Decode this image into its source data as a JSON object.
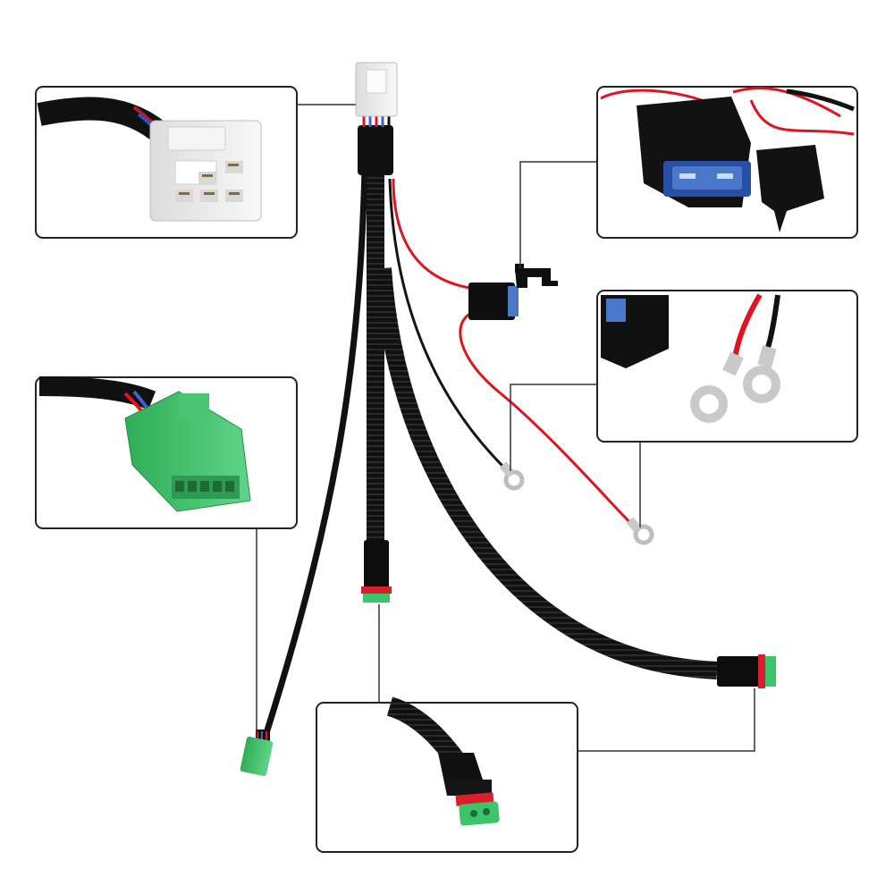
{
  "colors": {
    "background": "#ffffff",
    "cable": "#111111",
    "wire_red": "#e0141e",
    "wire_black": "#151515",
    "connector_white": "#eeeeee",
    "connector_green": "#3cc46a",
    "seal_red": "#d81f2a",
    "fuse_blue": "#4a78c8",
    "ring_terminal": "#c9c9c9",
    "callout_border": "#222222",
    "leader_line": "#333333"
  },
  "parts": [
    {
      "id": "white-4pin-connector",
      "icon": "white-connector-icon"
    },
    {
      "id": "inline-fuse-holder",
      "icon": "fuse-holder-icon"
    },
    {
      "id": "ring-terminals",
      "icon": "ring-terminal-icon"
    },
    {
      "id": "green-multipin-connector",
      "icon": "green-connector-icon"
    },
    {
      "id": "dt-2pin-connector-female",
      "icon": "dt-connector-icon"
    },
    {
      "id": "dt-2pin-connector-male",
      "icon": "dt-connector-icon"
    }
  ]
}
